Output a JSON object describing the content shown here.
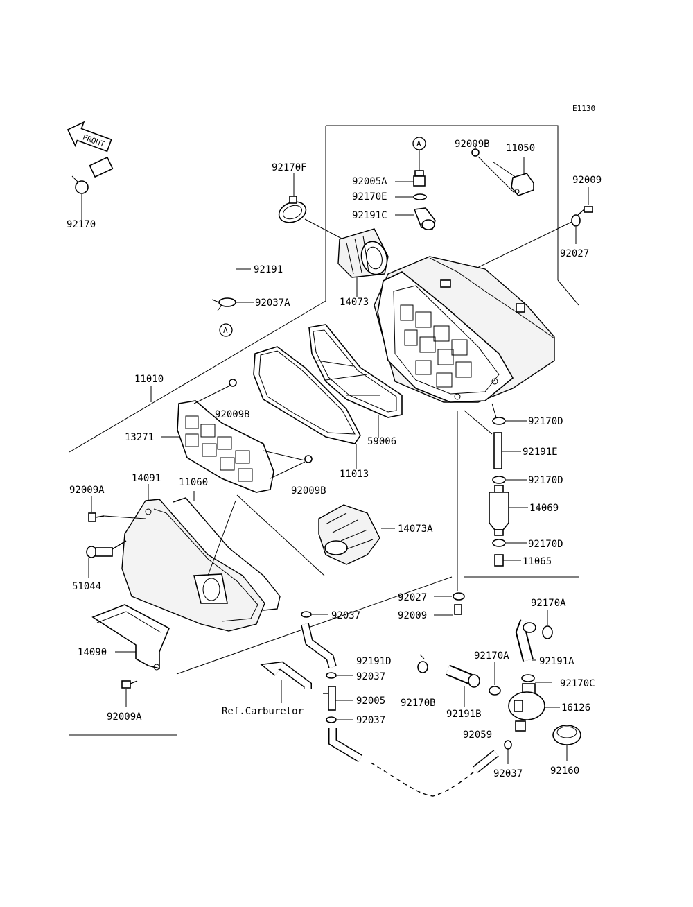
{
  "diagram_code": "E1130",
  "front_label": "FRONT",
  "ref_marker": "A",
  "labels": {
    "p92170": "92170",
    "p92191": "92191",
    "p92037A": "92037A",
    "p92170F": "92170F",
    "p14073": "14073",
    "p92005A": "92005A",
    "p92170E": "92170E",
    "p92191C": "92191C",
    "p92009B_top": "92009B",
    "p11050": "11050",
    "p92009_top": "92009",
    "p92027_top": "92027",
    "p11010": "11010",
    "p92009B_mid": "92009B",
    "p13271": "13271",
    "p92009B_low": "92009B",
    "p59006": "59006",
    "p11013": "11013",
    "p92170D_1": "92170D",
    "p92191E": "92191E",
    "p92170D_2": "92170D",
    "p14069": "14069",
    "p92170D_3": "92170D",
    "p11065": "11065",
    "p14091": "14091",
    "p11060": "11060",
    "p92009A_top": "92009A",
    "p51044": "51044",
    "p14073A": "14073A",
    "p92027_low": "92027",
    "p92009_low": "92009",
    "p92037_1": "92037",
    "p92170A_1": "92170A",
    "p14090": "14090",
    "p92191D": "92191D",
    "p92170A_2": "92170A",
    "p92191A": "92191A",
    "p92037_2": "92037",
    "p92170C": "92170C",
    "p92005": "92005",
    "p92170B": "92170B",
    "p92191B": "92191B",
    "p16126": "16126",
    "p92009A_low": "92009A",
    "ref_carb": "Ref.Carburetor",
    "p92037_3": "92037",
    "p92059": "92059",
    "p92037_4": "92037",
    "p92160": "92160"
  }
}
